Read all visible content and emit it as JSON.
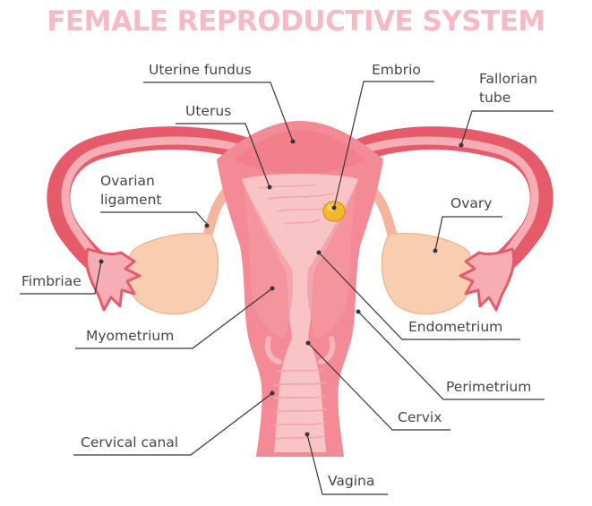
{
  "title": "FEMALE REPRODUCTIVE SYSTEM",
  "colors": {
    "title": "#f7b9c3",
    "tube_outer": "#e65b6a",
    "tube_inner": "#f6aeb4",
    "uterus_body": "#f38a95",
    "uterus_inner": "#f9c4c6",
    "ovary": "#f9cdb0",
    "embryo": "#f2b92e",
    "label_text": "#4a4446",
    "leader_line": "#3b3335"
  },
  "labels": {
    "uterine_fundus": "Uterine fundus",
    "embrio": "Embrio",
    "fallorian_tube_line1": "Fallorian",
    "fallorian_tube_line2": "tube",
    "uterus": "Uterus",
    "ovarian_ligament_line1": "Ovarian",
    "ovarian_ligament_line2": "ligament",
    "ovary": "Ovary",
    "fimbriae": "Fimbriae",
    "myometrium": "Myometrium",
    "endometrium": "Endometrium",
    "perimetrium": "Perimetrium",
    "cervix": "Cervix",
    "cervical_canal": "Cervical canal",
    "vagina": "Vagina"
  }
}
